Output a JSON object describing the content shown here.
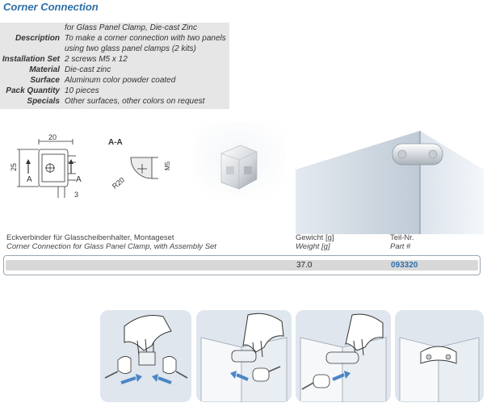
{
  "page": {
    "title": "Corner Connection"
  },
  "specs": [
    {
      "label": "",
      "value": "for Glass Panel Clamp, Die-cast Zinc"
    },
    {
      "label": "Description",
      "value": "To make a corner connection with two panels"
    },
    {
      "label": "",
      "value": "using two glass panel clamps (2 kits)"
    },
    {
      "label": "Installation Set",
      "value": "2 screws M5 x 12"
    },
    {
      "label": "Material",
      "value": "Die-cast zinc"
    },
    {
      "label": "Surface",
      "value": "Aluminum color powder coated"
    },
    {
      "label": "Pack Quantity",
      "value": "10 pieces"
    },
    {
      "label": "Specials",
      "value": "Other surfaces, other colors on request"
    }
  ],
  "drawing": {
    "dim_width": "20",
    "dim_height": "25",
    "dim_offset": "3",
    "section_label": "A-A",
    "section_mark": "A",
    "radius_label": "R20",
    "thread_label": "M5"
  },
  "table": {
    "headers": {
      "desc_de": "Eckverbinder für Glasscheibenhalter, Montageset",
      "desc_en": "Corner Connection for Glass Panel Clamp, with Assembly Set",
      "weight_de": "Gewicht [g]",
      "weight_en": "Weight [g]",
      "part_de": "Teil-Nr.",
      "part_en": "Part #"
    },
    "rows": [
      {
        "weight": "37.0",
        "part": "093320"
      }
    ]
  },
  "colors": {
    "title": "#2f6fa8",
    "spec_bg": "#e6e6e6",
    "part_number": "#2f6fa8",
    "step_bg": "#dfe6ee",
    "arrow": "#4a86c5"
  }
}
